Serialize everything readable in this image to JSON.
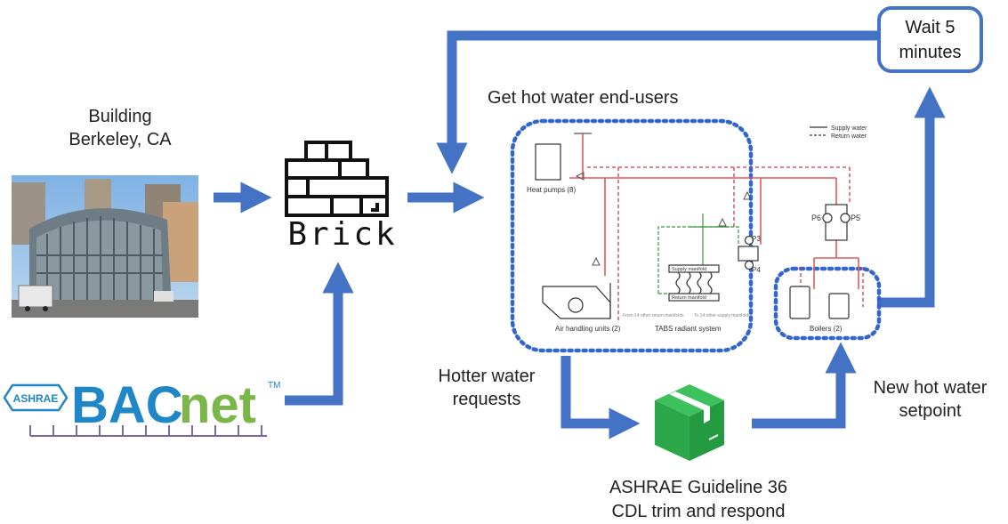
{
  "labels": {
    "building_line1": "Building",
    "building_line2": "Berkeley, CA",
    "brick": "Brick",
    "get_hot_water": "Get hot water end-users",
    "wait_line1": "Wait 5",
    "wait_line2": "minutes",
    "hotter_line1": "Hotter water",
    "hotter_line2": "requests",
    "new_hot_line1": "New hot water",
    "new_hot_line2": "setpoint",
    "guideline_line1": "ASHRAE Guideline 36",
    "guideline_line2": "CDL trim and respond"
  },
  "bacnet": {
    "ashrae": "ASHRAE",
    "bac": "BAC",
    "net": "net",
    "tm": "TM"
  },
  "schematic": {
    "legend_supply": "Supply water",
    "legend_return": "Return water",
    "heat_pumps": "Heat pumps (8)",
    "air_handling": "Air handling units (2)",
    "tabs": "TABS radiant system",
    "boilers": "Boilers (2)",
    "supply_manifold": "Supply manifold",
    "return_manifold": "Return manifold",
    "from_other": "From 14 other return manifolds",
    "to_other": "To 14 other supply manifolds",
    "p3": "P3",
    "p4": "P4",
    "p5": "P5",
    "p6": "P6"
  },
  "colors": {
    "arrow": "#4472c4",
    "dotted_border": "#3366cc",
    "supply_pipe": "#e05a5a",
    "return_pipe": "#d23c3c",
    "green_pipe": "#3a9a3a",
    "package_green": "#2ca84a",
    "bacnet_blue": "#1f86c8",
    "bacnet_green": "#7ab648"
  }
}
